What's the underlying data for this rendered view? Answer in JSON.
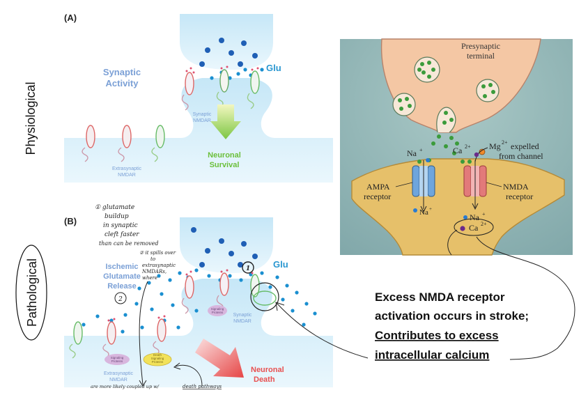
{
  "left_figure": {
    "panel_a": {
      "letter": "(A)",
      "side_label": "Physiological",
      "synaptic_activity": [
        "Synaptic",
        "Activity"
      ],
      "glu": "Glu",
      "synaptic_nmdar": [
        "Synaptic",
        "NMDAR"
      ],
      "extrasynaptic_nmdar": [
        "Extrasynaptic",
        "NMDAR"
      ],
      "neuronal_survival": [
        "Neuronal",
        "Survival"
      ]
    },
    "panel_b": {
      "letter": "(B)",
      "side_label": "Pathological",
      "ischemic_release": [
        "Ischemic",
        "Glutamate",
        "Release"
      ],
      "glu": "Glu",
      "synaptic_nmdar": [
        "Synaptic",
        "NMDAR"
      ],
      "extrasynaptic_nmdar": [
        "Extrasynaptic",
        "NMDAR"
      ],
      "neuronal_death": [
        "Neuronal",
        "Death"
      ],
      "signaling_protein": [
        "Signaling",
        "Proteins"
      ],
      "death_signaling": [
        "Death",
        "Signaling",
        "Proteins"
      ]
    }
  },
  "handwritten": {
    "note1": [
      "① glutamate",
      "buildup",
      "in synaptic",
      "cleft faster",
      "than can be removed"
    ],
    "note2": [
      "② it spills over",
      "to",
      "extrasynaptic",
      "NMDARs,",
      "where"
    ],
    "note_bottom": [
      "are more likely coupled up w/",
      "death pathways"
    ],
    "circle_1": "1",
    "circle_2": "2"
  },
  "right_figure": {
    "presynaptic": [
      "Presynaptic",
      "terminal"
    ],
    "na_top": "Na",
    "ca_top": "Ca",
    "mg_line1": "expelled",
    "mg_line2": "from channel",
    "mg_symbol": "Mg",
    "ampa": [
      "AMPA",
      "receptor"
    ],
    "nmda": [
      "NMDA",
      "receptor"
    ],
    "na_bottom_left": "Na",
    "na_bottom_mid": "Na",
    "ca_bottom": "Ca"
  },
  "caption": {
    "line1": "Excess NMDA receptor",
    "line2": "activation occurs in stroke;",
    "line3": "Contributes to excess",
    "line4": "intracellular calcium"
  },
  "colors": {
    "neuron_fill": "#d6effa",
    "right_bg": "#8fb3b3",
    "terminal_fill": "#f4c7a4",
    "vesicle_green": "#3b9b3b",
    "glu_blue": "#1a8fd0",
    "text_blue": "#7ba0d6",
    "survival_green": "#6bbf3a",
    "death_red": "#e85050"
  }
}
